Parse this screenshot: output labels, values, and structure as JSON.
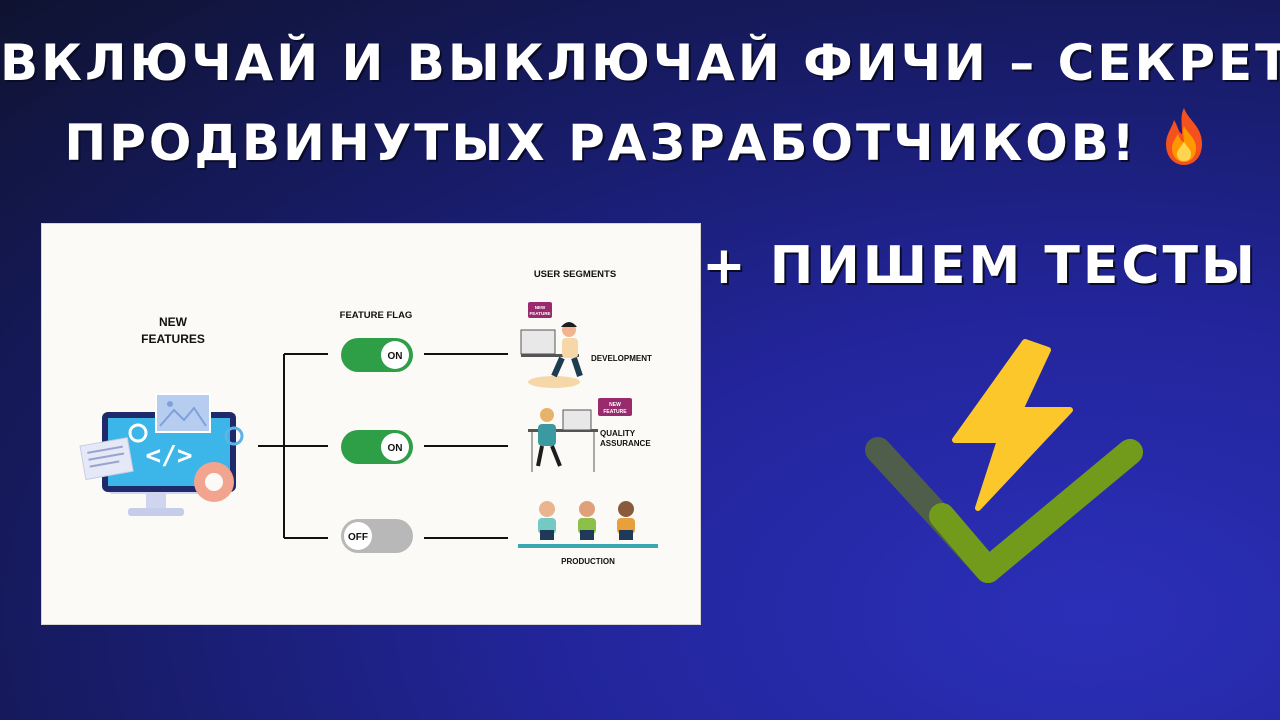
{
  "headline": {
    "line1": "ВКЛЮЧАЙ И ВЫКЛЮЧАЙ ФИЧИ – СЕКРЕТ",
    "line2": "ПРОДВИНУТЫХ РАЗРАБОТЧИКОВ!",
    "emoji": "fire-icon"
  },
  "subheadline": "+ ПИШЕМ ТЕСТЫ",
  "diagram": {
    "new_features_line1": "NEW",
    "new_features_line2": "FEATURES",
    "feature_flag_label": "FEATURE FLAG",
    "user_segments_label": "USER SEGMENTS",
    "toggles": [
      {
        "state": "ON",
        "color": "#2e9e47"
      },
      {
        "state": "ON",
        "color": "#2e9e47"
      },
      {
        "state": "OFF",
        "color": "#b8b8b8"
      }
    ],
    "segments": [
      {
        "line1": "DEVELOPMENT",
        "line2": ""
      },
      {
        "line1": "QUALITY",
        "line2": "ASSURANCE"
      },
      {
        "line1": "PRODUCTION",
        "line2": ""
      }
    ],
    "bubble_line1": "NEW",
    "bubble_line2": "FEATURE",
    "code_glyph": "</>"
  },
  "logo": {
    "name": "vitest-logo",
    "bolt_color": "#fcc72b",
    "check_color": "#729b1b",
    "check_dark": "#4e5e4a"
  }
}
